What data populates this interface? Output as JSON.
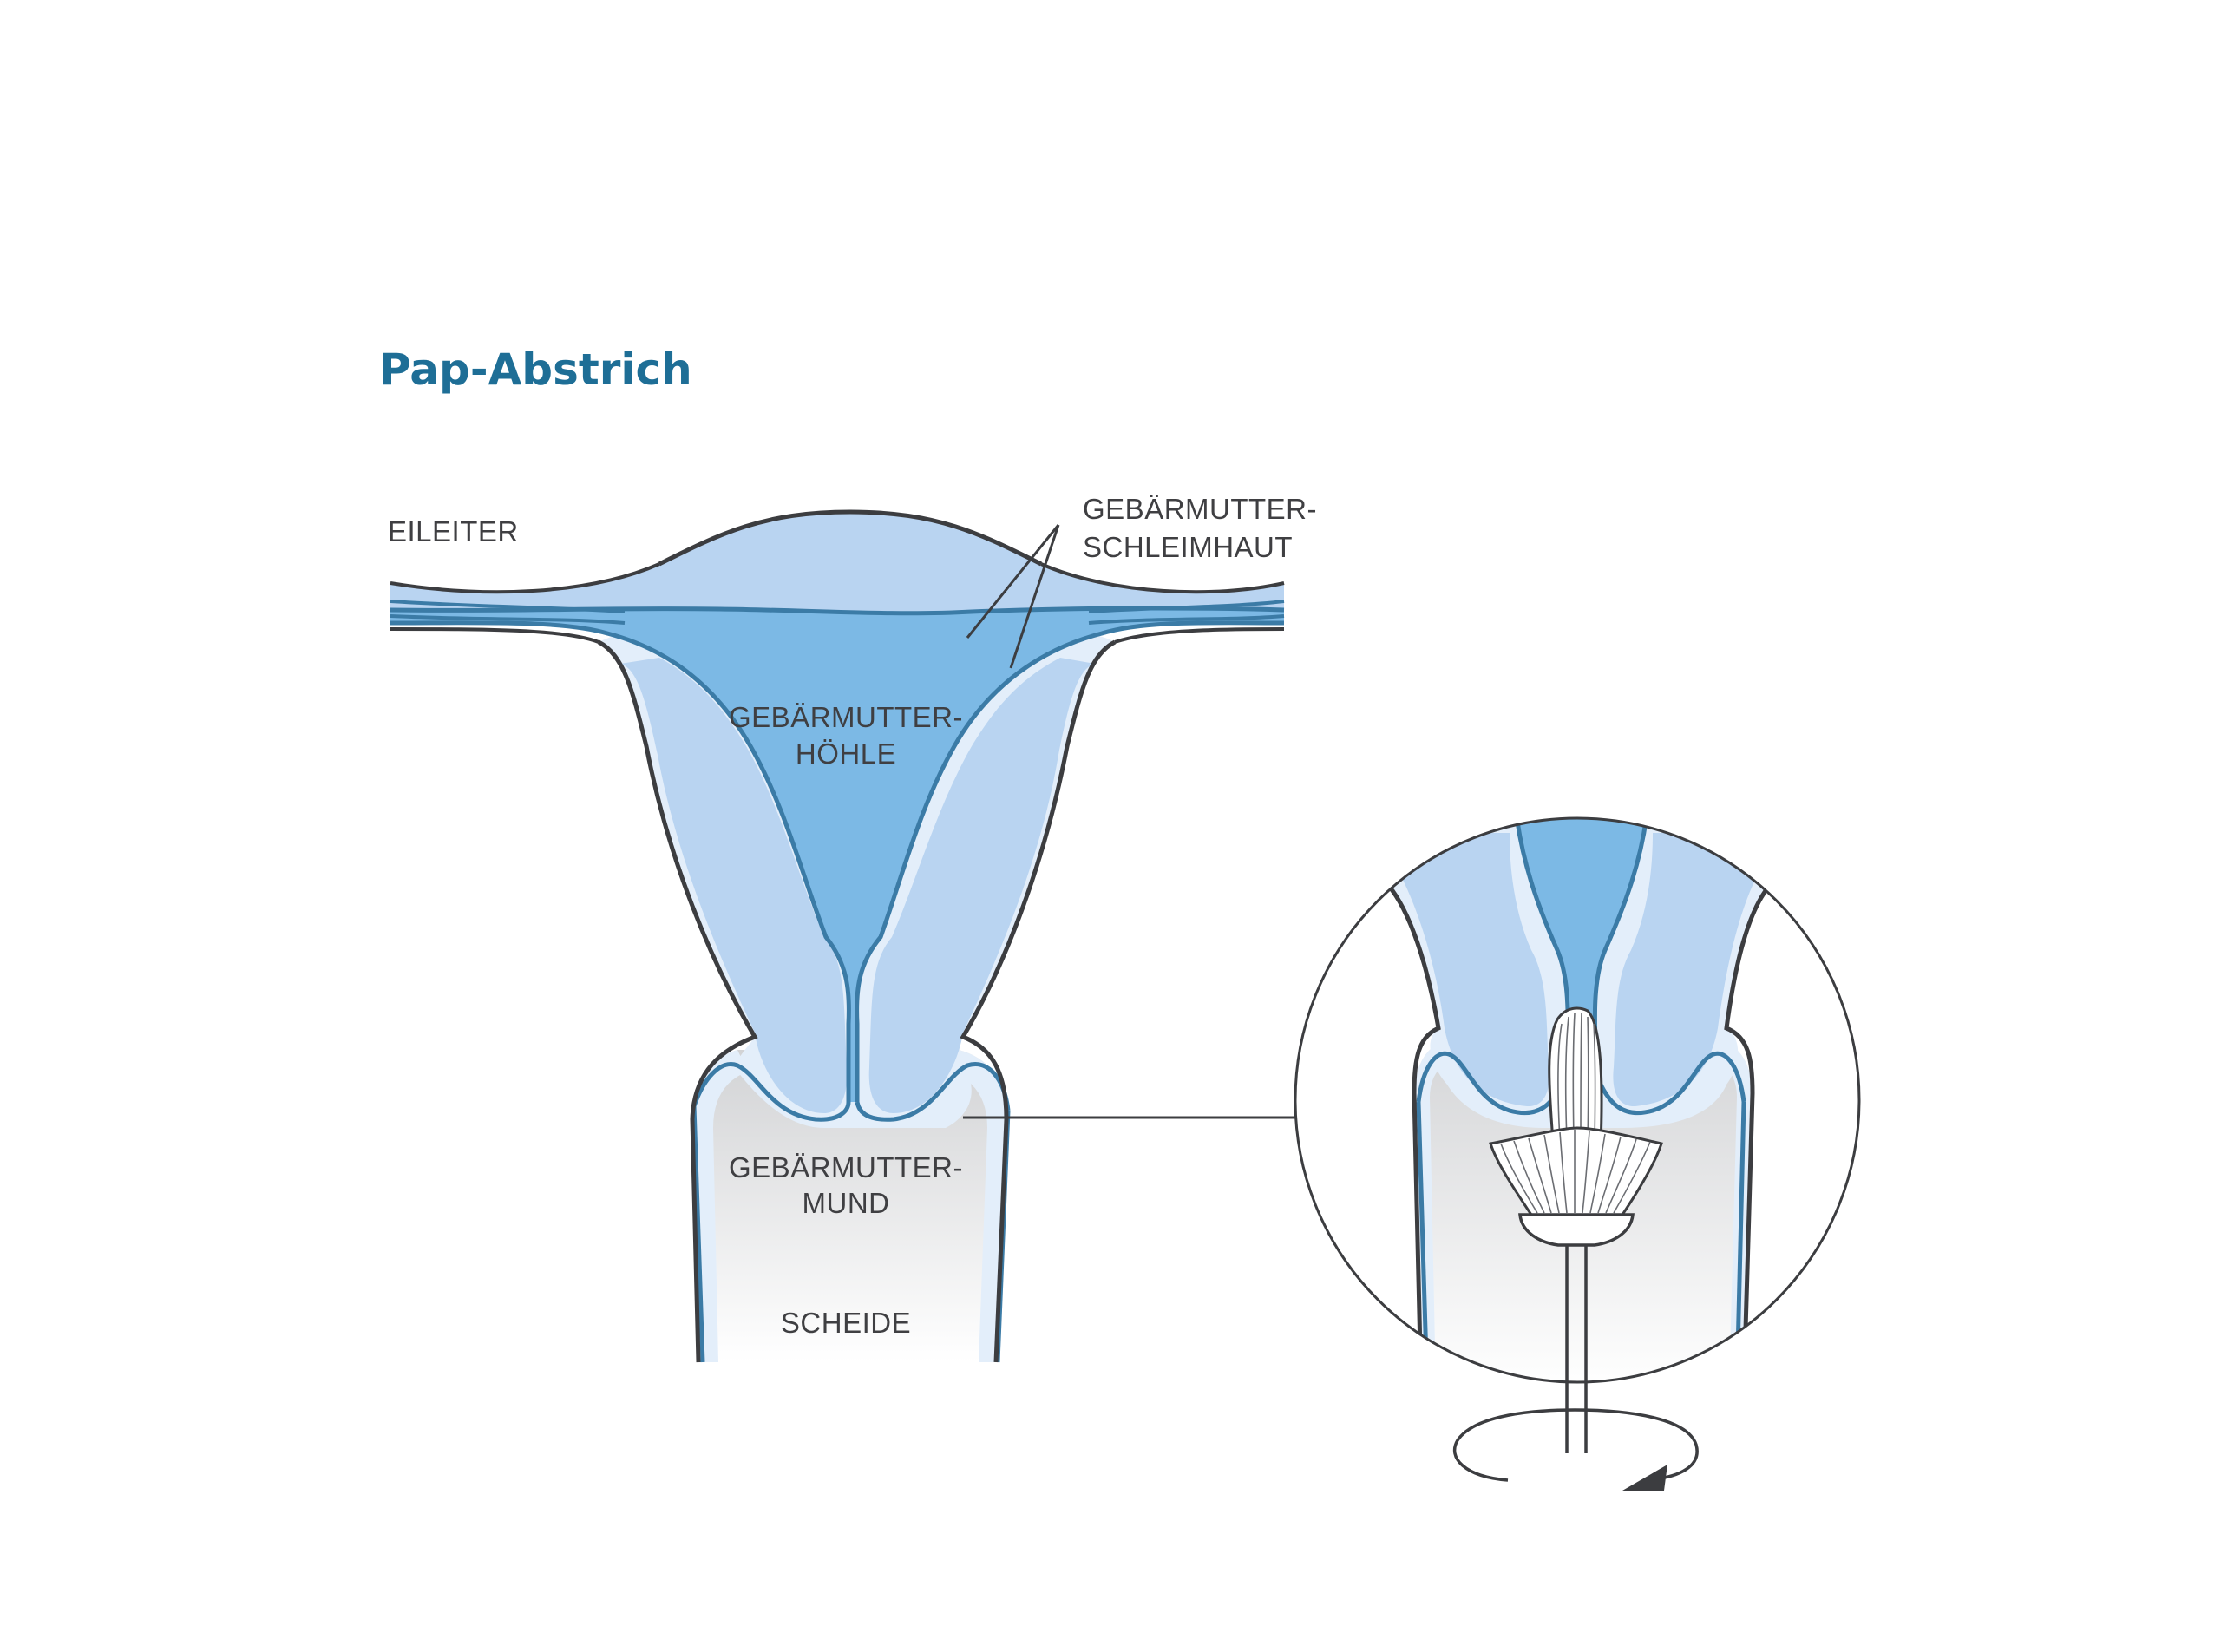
{
  "title": "Pap-Abstrich",
  "labels": {
    "eileiter": "EILEITER",
    "schleimhaut_1": "GEBÄRMUTTER-",
    "schleimhaut_2": "SCHLEIMHAUT",
    "hoehle_1": "GEBÄRMUTTER-",
    "hoehle_2": "HÖHLE",
    "mund_1": "GEBÄRMUTTER-",
    "mund_2": "MUND",
    "scheide": "SCHEIDE"
  },
  "colors": {
    "title": "#1e6e96",
    "label": "#3f3f42",
    "outline": "#3c3d40",
    "lining_stroke": "#3b7ba6",
    "wall_fill": "#b9d4f1",
    "wall_edge": "#e3eefa",
    "cavity_fill": "#7cb9e5",
    "vagina_top": "#d2d3d5",
    "vagina_bottom": "#ffffff"
  }
}
